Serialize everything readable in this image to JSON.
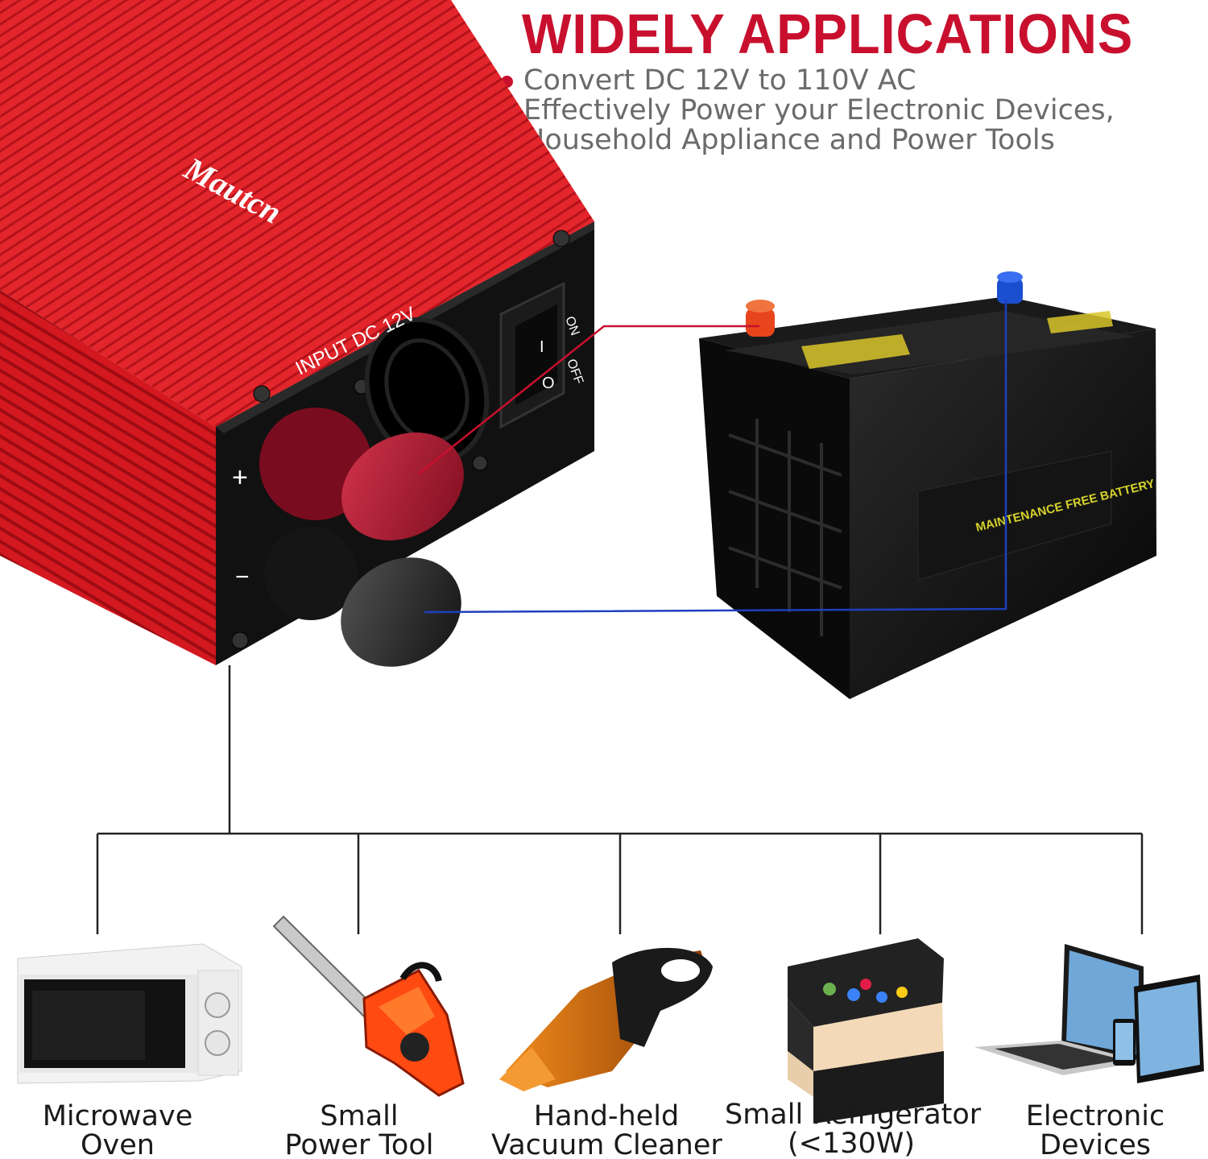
{
  "headline": "WIDELY APPLICATIONS",
  "bullets": [
    {
      "lines": [
        "Convert DC 12V to 110V AC"
      ]
    },
    {
      "lines": [
        "Effectively Power your Electronic Devices,",
        "Household Appliance and Power Tools"
      ]
    }
  ],
  "inverter": {
    "brand": "Mautcn",
    "panel_label": "INPUT DC 12V",
    "switch_on": "ON",
    "switch_off": "OFF",
    "switch_i": "I",
    "switch_o": "O",
    "plus": "+",
    "minus": "−"
  },
  "battery": {
    "label": "MAINTENANCE FREE BATTERY"
  },
  "devices": [
    {
      "line1": "Microwave",
      "line2": "Oven",
      "icon": "microwave-icon"
    },
    {
      "line1": "Small",
      "line2": "Power Tool",
      "icon": "chainsaw-icon"
    },
    {
      "line1": "Hand-held",
      "line2": "Vacuum Cleaner",
      "icon": "vacuum-icon"
    },
    {
      "line1": "Small Refrigerator",
      "line2": "(<130W)",
      "icon": "cooler-icon"
    },
    {
      "line1": "Electronic",
      "line2": "Devices",
      "icon": "laptop-tablet-icon"
    }
  ],
  "colors": {
    "accent": "#c8102e",
    "inverter_red": "#d9141b",
    "positive_wire": "#c8102e",
    "negative_wire": "#1f3fbf",
    "text_gray": "#6b6b6b"
  }
}
